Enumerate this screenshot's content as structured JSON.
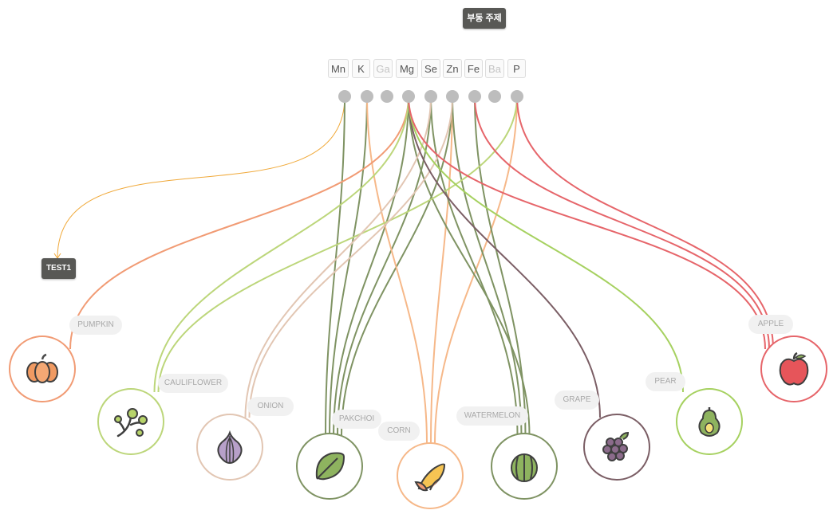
{
  "title": "부동 주제",
  "test_node": "TEST1",
  "elements": [
    "Mn",
    "K",
    "Ga",
    "Mg",
    "Se",
    "Zn",
    "Fe",
    "Ba",
    "P"
  ],
  "dim_elements": [
    "Ga",
    "Ba"
  ],
  "foods": [
    {
      "name": "PUMPKIN",
      "color": "#f19b74",
      "icon": "pumpkin-icon"
    },
    {
      "name": "CAULIFLOWER",
      "color": "#bcd67a",
      "icon": "cauliflower-icon"
    },
    {
      "name": "ONION",
      "color": "#e2c6b3",
      "icon": "onion-icon"
    },
    {
      "name": "PAKCHOI",
      "color": "#7f9363",
      "icon": "leaf-icon"
    },
    {
      "name": "CORN",
      "color": "#f6b889",
      "icon": "corn-icon"
    },
    {
      "name": "WATERMELON",
      "color": "#7f9363",
      "icon": "watermelon-icon"
    },
    {
      "name": "GRAPE",
      "color": "#7b5e65",
      "icon": "grape-icon"
    },
    {
      "name": "PEAR",
      "color": "#a6d160",
      "icon": "pear-icon"
    },
    {
      "name": "APPLE",
      "color": "#e6656a",
      "icon": "apple-icon"
    }
  ],
  "links": [
    [
      "Mn",
      "TEST1"
    ],
    [
      "Mn",
      "PAKCHOI"
    ],
    [
      "K",
      "PAKCHOI"
    ],
    [
      "Mg",
      "PAKCHOI"
    ],
    [
      "Se",
      "PAKCHOI"
    ],
    [
      "Zn",
      "PAKCHOI"
    ],
    [
      "K",
      "CORN"
    ],
    [
      "Zn",
      "CORN"
    ],
    [
      "P",
      "CORN"
    ],
    [
      "Se",
      "WATERMELON"
    ],
    [
      "Zn",
      "WATERMELON"
    ],
    [
      "Fe",
      "WATERMELON"
    ],
    [
      "Mg",
      "WATERMELON"
    ],
    [
      "Mg",
      "PUMPKIN"
    ],
    [
      "Mg",
      "CAULIFLOWER"
    ],
    [
      "P",
      "CAULIFLOWER"
    ],
    [
      "Se",
      "ONION"
    ],
    [
      "Zn",
      "ONION"
    ],
    [
      "Mg",
      "GRAPE"
    ],
    [
      "Mg",
      "PEAR"
    ],
    [
      "Mg",
      "APPLE"
    ],
    [
      "Fe",
      "APPLE"
    ],
    [
      "P",
      "APPLE"
    ]
  ]
}
